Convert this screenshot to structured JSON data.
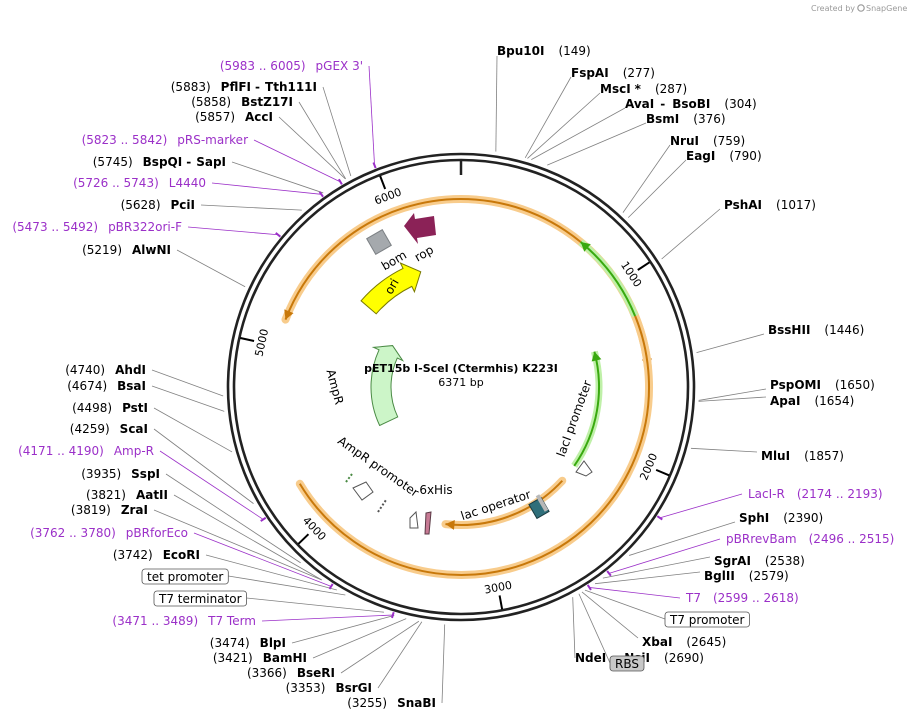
{
  "credit": {
    "prefix": "Created by",
    "brand": "SnapGene"
  },
  "plasmid": {
    "name": "pET15b I-SceI (Ctermhis) K223I",
    "size_label": "6371 bp",
    "length": 6371
  },
  "ticks": [
    "1000",
    "2000",
    "3000",
    "4000",
    "5000",
    "6000"
  ],
  "enzymes": [
    {
      "id": "bpu10i",
      "name": "Bpu10I",
      "pos": "(149)",
      "site": 149
    },
    {
      "id": "fspai",
      "name": "FspAI",
      "pos": "(277)",
      "site": 277
    },
    {
      "id": "msci",
      "name": "MscI",
      "pos": "(287)",
      "site": 287,
      "star": "*"
    },
    {
      "id": "avai",
      "name": "AvaI",
      "name2": "BsoBI",
      "pos": "(304)",
      "site": 304
    },
    {
      "id": "bsmi",
      "name": "BsmI",
      "pos": "(376)",
      "site": 376
    },
    {
      "id": "nrui",
      "name": "NruI",
      "pos": "(759)",
      "site": 759
    },
    {
      "id": "eagi",
      "name": "EagI",
      "pos": "(790)",
      "site": 790
    },
    {
      "id": "pshai",
      "name": "PshAI",
      "pos": "(1017)",
      "site": 1017
    },
    {
      "id": "bsshii",
      "name": "BssHII",
      "pos": "(1446)",
      "site": 1446
    },
    {
      "id": "pspomi",
      "name": "PspOMI",
      "pos": "(1650)",
      "site": 1650
    },
    {
      "id": "apai",
      "name": "ApaI",
      "pos": "(1654)",
      "site": 1654
    },
    {
      "id": "mlui",
      "name": "MluI",
      "pos": "(1857)",
      "site": 1857
    },
    {
      "id": "sphi",
      "name": "SphI",
      "pos": "(2390)",
      "site": 2390
    },
    {
      "id": "sgrai",
      "name": "SgrAI",
      "pos": "(2538)",
      "site": 2538
    },
    {
      "id": "bglii",
      "name": "BglII",
      "pos": "(2579)",
      "site": 2579
    },
    {
      "id": "xbai",
      "name": "XbaI",
      "pos": "(2645)",
      "site": 2645
    },
    {
      "id": "ndei",
      "name": "NdeI",
      "name2": "NsiI",
      "pos": "(2690)",
      "site": 2690
    },
    {
      "id": "snabi",
      "name": "SnaBI",
      "pos": "(3255)",
      "site": 3255
    },
    {
      "id": "bsrgi",
      "name": "BsrGI",
      "pos": "(3353)",
      "site": 3353
    },
    {
      "id": "bseri",
      "name": "BseRI",
      "pos": "(3366)",
      "site": 3366
    },
    {
      "id": "bamhi",
      "name": "BamHI",
      "pos": "(3421)",
      "site": 3421
    },
    {
      "id": "blpi",
      "name": "BlpI",
      "pos": "(3474)",
      "site": 3474
    },
    {
      "id": "ecori",
      "name": "EcoRI",
      "pos": "(3742)",
      "site": 3742
    },
    {
      "id": "zrai",
      "name": "ZraI",
      "pos": "(3819)",
      "site": 3819
    },
    {
      "id": "aatii",
      "name": "AatII",
      "pos": "(3821)",
      "site": 3821
    },
    {
      "id": "sspi",
      "name": "SspI",
      "pos": "(3935)",
      "site": 3935
    },
    {
      "id": "scai",
      "name": "ScaI",
      "pos": "(4259)",
      "site": 4259
    },
    {
      "id": "psti",
      "name": "PstI",
      "pos": "(4498)",
      "site": 4498
    },
    {
      "id": "bsai",
      "name": "BsaI",
      "pos": "(4674)",
      "site": 4674
    },
    {
      "id": "ahdi",
      "name": "AhdI",
      "pos": "(4740)",
      "site": 4740
    },
    {
      "id": "alwni",
      "name": "AlwNI",
      "pos": "(5219)",
      "site": 5219
    },
    {
      "id": "pcii",
      "name": "PciI",
      "pos": "(5628)",
      "site": 5628
    },
    {
      "id": "bspqi",
      "name": "BspQI",
      "name2": "SapI",
      "pos": "(5745)",
      "site": 5745
    },
    {
      "id": "acci",
      "name": "AccI",
      "pos": "(5857)",
      "site": 5857
    },
    {
      "id": "bstz17i",
      "name": "BstZ17I",
      "pos": "(5858)",
      "site": 5858
    },
    {
      "id": "pflfi",
      "name": "PflFI",
      "name2": "Tth111I",
      "pos": "(5883)",
      "site": 5883
    }
  ],
  "primers": [
    {
      "id": "pgex3",
      "name": "pGEX 3'",
      "range": "(5983 .. 6005)",
      "site": 5994
    },
    {
      "id": "prsmarker",
      "name": "pRS-marker",
      "range": "(5823 .. 5842)",
      "site": 5832
    },
    {
      "id": "l4440",
      "name": "L4440",
      "range": "(5726 .. 5743)",
      "site": 5735
    },
    {
      "id": "pbr322orif",
      "name": "pBR322ori-F",
      "range": "(5473 .. 5492)",
      "site": 5482
    },
    {
      "id": "ampr",
      "name": "Amp-R",
      "range": "(4171 .. 4190)",
      "site": 4180
    },
    {
      "id": "pbrforeco",
      "name": "pBRforEco",
      "range": "(3762 .. 3780)",
      "site": 3771
    },
    {
      "id": "t7term",
      "name": "T7 Term",
      "range": "(3471 .. 3489)",
      "site": 3480
    },
    {
      "id": "lacir",
      "name": "LacI-R",
      "range": "(2174 .. 2193)",
      "site": 2183
    },
    {
      "id": "pbrrevbam",
      "name": "pBRrevBam",
      "range": "(2496 .. 2515)",
      "site": 2505
    },
    {
      "id": "t7",
      "name": "T7",
      "range": "(2599 .. 2618)",
      "site": 2608
    }
  ],
  "boxed_features": [
    {
      "id": "tet-promoter",
      "label": "tet promoter"
    },
    {
      "id": "t7-terminator",
      "label": "T7 terminator"
    },
    {
      "id": "t7-promoter",
      "label": "T7 promoter"
    },
    {
      "id": "rbs",
      "label": "RBS",
      "fill": "#c8c8c8"
    }
  ],
  "features": {
    "bom": "bom",
    "rop": "rop",
    "ori": "ori",
    "ampr": "AmpR",
    "ampr_promoter": "AmpR promoter",
    "his": "6xHis",
    "lac_operator": "lac operator",
    "laci_promoter": "lacI promoter"
  },
  "colors": {
    "backbone": "#222222",
    "primer": "#9b30c8",
    "ori": "#ffff00",
    "ampr": "#ccf5c8",
    "rop": "#8b2257",
    "bom": "#a5a9ad",
    "orf_ring": "#f8cc8c",
    "orf_line": "#c8780a",
    "laci": "#39a90f",
    "his": "#c77a94"
  }
}
